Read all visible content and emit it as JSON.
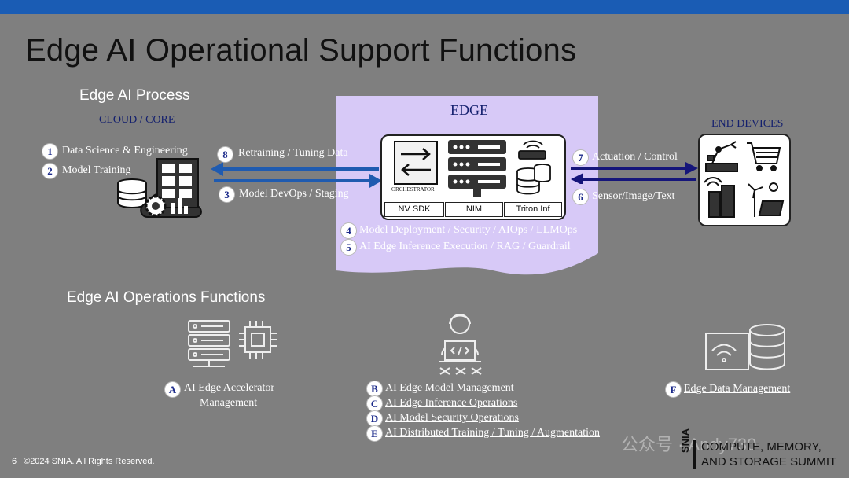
{
  "title": "Edge AI Operational Support Functions",
  "process": {
    "heading": "Edge AI Process",
    "cloud_label": "CLOUD / CORE",
    "edge_label": "EDGE",
    "end_label": "END DEVICES"
  },
  "steps": [
    {
      "num": "1",
      "label": "Data Science & Engineering"
    },
    {
      "num": "2",
      "label": "Model Training"
    },
    {
      "num": "3",
      "label": "Model DevOps / Staging"
    },
    {
      "num": "4",
      "label": "Model Deployment / Security / AIOps /  LLMOps"
    },
    {
      "num": "5",
      "label": "AI Edge Inference Execution / RAG / Guardrail"
    },
    {
      "num": "6",
      "label": "Sensor/Image/Text"
    },
    {
      "num": "7",
      "label": "Actuation / Control"
    },
    {
      "num": "8",
      "label": "Retraining / Tuning Data"
    }
  ],
  "edge_box": {
    "orchestrator": "ORCHESTRATOR",
    "components": [
      "NV SDK",
      "NIM",
      "Triton Inf"
    ]
  },
  "operations": {
    "heading": "Edge AI Operations Functions",
    "items": [
      {
        "letter": "A",
        "line1": "AI Edge Accelerator",
        "line2": "Management"
      },
      {
        "letter": "B",
        "label": "AI Edge Model Management"
      },
      {
        "letter": "C",
        "label": "AI Edge Inference Operations"
      },
      {
        "letter": "D",
        "label": "AI Model Security Operations"
      },
      {
        "letter": "E",
        "label": "AI Distributed Training / Tuning / Augmentation"
      },
      {
        "letter": "F",
        "label": "Edge Data Management"
      }
    ]
  },
  "footer": {
    "copyright": "6 | ©2024 SNIA. All Rights Reserved.",
    "summit_brand": "SNIA",
    "summit_line1": "COMPUTE, MEMORY,",
    "summit_line2": "AND STORAGE SUMMIT",
    "watermark": "公众号 · Andy730"
  },
  "colors": {
    "top_bar": "#1a5cb4",
    "background": "#7f7f7f",
    "edge_panel": "#d7c9f7",
    "arrow_blue": "#1f5bb0",
    "arrow_navy": "#15157a"
  }
}
